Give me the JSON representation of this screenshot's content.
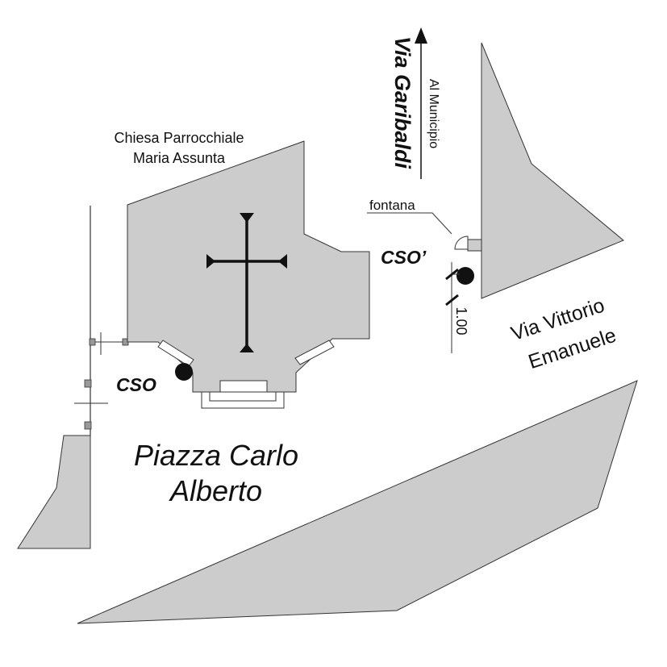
{
  "colors": {
    "building_fill": "#cccccc",
    "outline": "#333333",
    "ink": "#111111",
    "marker": "#111111"
  },
  "labels": {
    "church": [
      "Chiesa Parrocchiale",
      "Maria Assunta"
    ],
    "via_garibaldi": "Via Garibaldi",
    "al_municipio": "Al Municipio",
    "fontana": "fontana",
    "cso_prime": "CSO’",
    "cso": "CSO",
    "distance": "1.00",
    "via_vittorio_emanuele": [
      "Via Vittorio",
      "Emanuele"
    ],
    "piazza": [
      "Piazza Carlo",
      "Alberto"
    ]
  },
  "icons": [
    "cross-icon",
    "north-arrow-icon",
    "fountain-icon"
  ]
}
